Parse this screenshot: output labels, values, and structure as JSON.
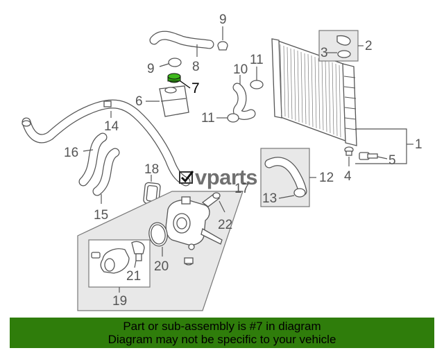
{
  "diagram": {
    "callouts": [
      {
        "id": "c1",
        "text": "1"
      },
      {
        "id": "c2",
        "text": "2"
      },
      {
        "id": "c3",
        "text": "3"
      },
      {
        "id": "c4",
        "text": "4"
      },
      {
        "id": "c5",
        "text": "5"
      },
      {
        "id": "c6",
        "text": "6"
      },
      {
        "id": "c7",
        "text": "7"
      },
      {
        "id": "c8",
        "text": "8"
      },
      {
        "id": "c9a",
        "text": "9"
      },
      {
        "id": "c9b",
        "text": "9"
      },
      {
        "id": "c10",
        "text": "10"
      },
      {
        "id": "c11a",
        "text": "11"
      },
      {
        "id": "c11b",
        "text": "11"
      },
      {
        "id": "c12",
        "text": "12"
      },
      {
        "id": "c13",
        "text": "13"
      },
      {
        "id": "c14",
        "text": "14"
      },
      {
        "id": "c15",
        "text": "15"
      },
      {
        "id": "c16",
        "text": "16"
      },
      {
        "id": "c17",
        "text": "17"
      },
      {
        "id": "c18",
        "text": "18"
      },
      {
        "id": "c19",
        "text": "19"
      },
      {
        "id": "c20",
        "text": "20"
      },
      {
        "id": "c21",
        "text": "21"
      },
      {
        "id": "c22",
        "text": "22"
      }
    ],
    "highlight_part": "7",
    "highlight_color": "#2e9e10"
  },
  "watermark": {
    "text": "vparts",
    "icon": "wrench-check-icon"
  },
  "banner": {
    "line1": "Part or sub-assembly is #7 in diagram",
    "line2": "Diagram may not be specific to your vehicle",
    "background": "#2f7d0b"
  }
}
